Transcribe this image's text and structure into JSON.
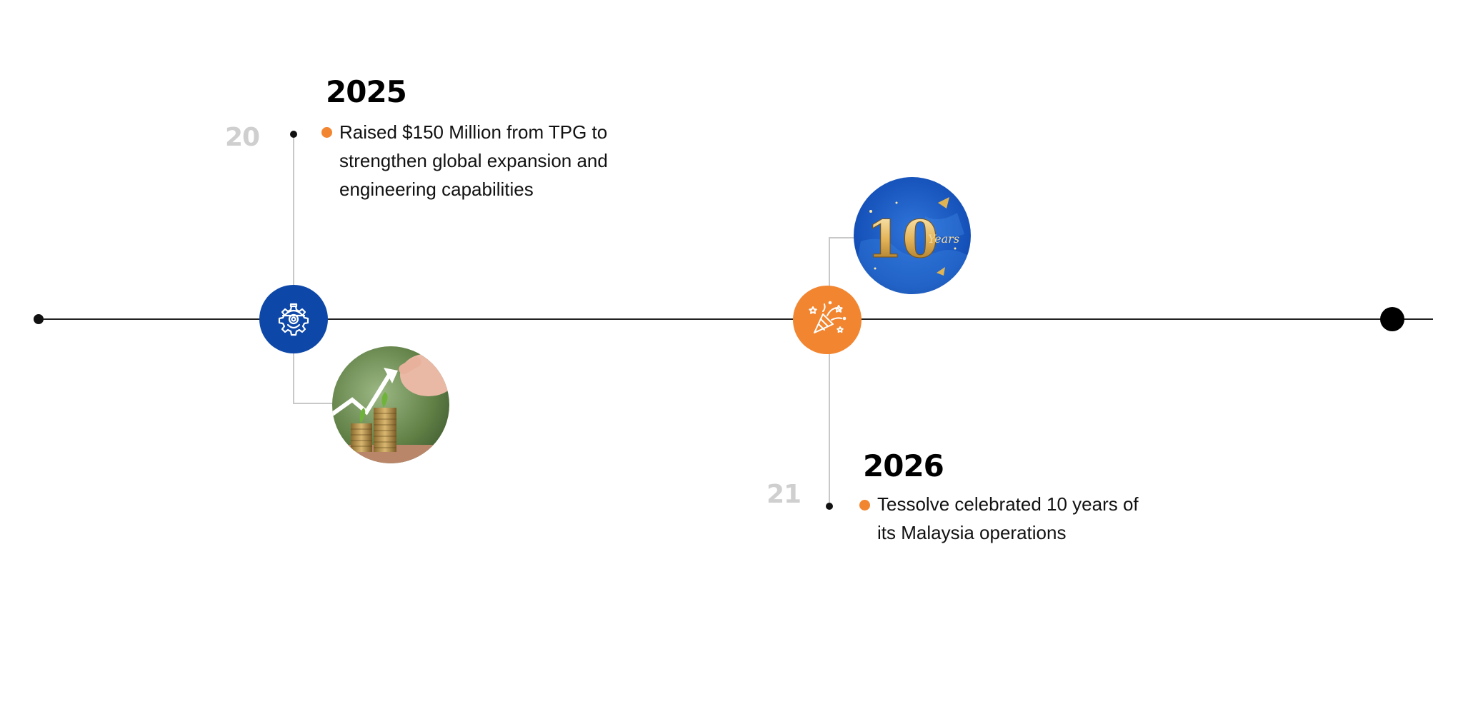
{
  "milestones": [
    {
      "index": "20",
      "year": "2025",
      "text_lines": [
        "Raised $150 Million from TPG to",
        "strengthen global expansion and",
        "engineering capabilities"
      ],
      "icon": "engineer-gear-icon",
      "image": "coins-growth-image"
    },
    {
      "index": "21",
      "year": "2026",
      "text_lines": [
        "Tessolve celebrated 10 years of",
        "its Malaysia operations"
      ],
      "icon": "party-popper-icon",
      "image": "ten-years-badge-image"
    }
  ],
  "badge": {
    "number": "10",
    "word": "Years"
  },
  "colors": {
    "blue": "#0d47a8",
    "orange": "#f28530",
    "index_gray": "#cfcfcf",
    "axis": "#222222"
  }
}
